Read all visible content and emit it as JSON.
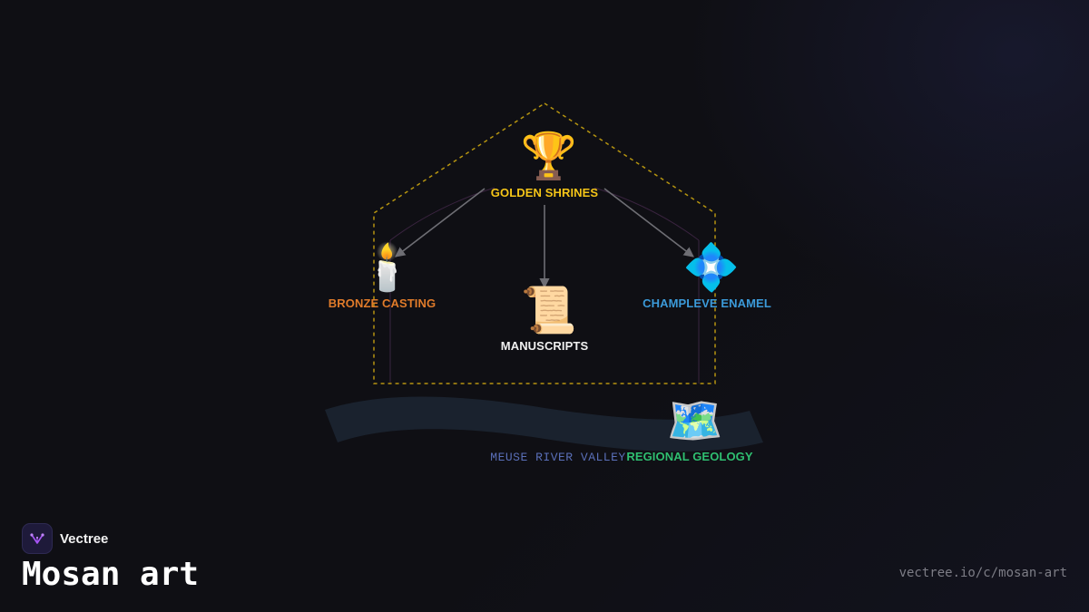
{
  "brand": {
    "name": "Vectree",
    "logo_icon": "vectree-logo-icon",
    "accent": "#a855f7"
  },
  "page": {
    "title": "Mosan art",
    "url": "vectree.io/c/mosan-art"
  },
  "diagram": {
    "nodes": {
      "golden_shrines": {
        "label": "GOLDEN SHRINES",
        "icon": "🏆",
        "icon_name": "trophy-icon",
        "color": "#f5c518"
      },
      "bronze_casting": {
        "label": "BRONZE CASTING",
        "icon": "🕯️",
        "icon_name": "candle-icon",
        "color": "#e07b2a"
      },
      "manuscripts": {
        "label": "MANUSCRIPTS",
        "icon": "📜",
        "icon_name": "scroll-icon",
        "color": "#f0f0f0"
      },
      "champleve_enamel": {
        "label": "CHAMPLEVE ENAMEL",
        "icon": "💠",
        "icon_name": "diamond-icon",
        "color": "#3b9ad9"
      },
      "regional_geology": {
        "label": "REGIONAL GEOLOGY",
        "icon": "🗺️",
        "icon_name": "map-icon",
        "color": "#2fbf71"
      }
    },
    "river": {
      "label": "MEUSE RIVER VALLEY",
      "color": "#5a6fb8"
    },
    "frame_color": "#b59410",
    "edge_color": "#6e6e74"
  }
}
